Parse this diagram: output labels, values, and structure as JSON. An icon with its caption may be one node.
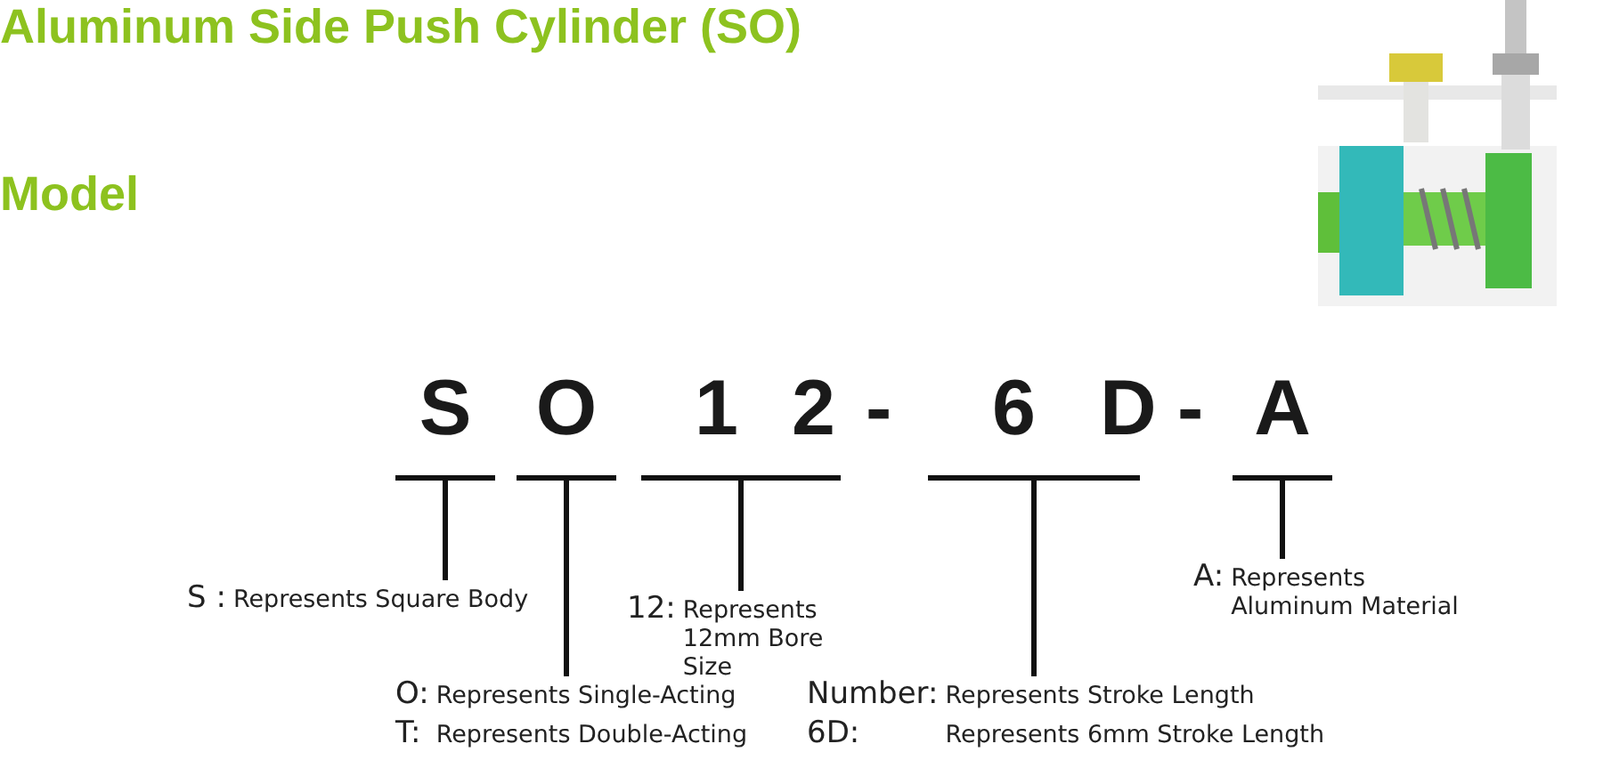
{
  "diagram": {
    "title": "Aluminum Side Push Cylinder (SO)",
    "nodes": [
      {
        "text": [
          "S"
        ]
      },
      {
        "text": [
          "O"
        ]
      },
      {
        "text": [
          "12"
        ]
      },
      {
        "text": [
          "6D"
        ]
      },
      {
        "text": [
          "A"
        ]
      },
      {
        "text": [
          "S :",
          "Represents Square Body"
        ]
      },
      {
        "text": [
          "O:",
          "Represents Single-Acting",
          "T:",
          "Represents Double-Acting"
        ]
      },
      {
        "text": [
          "12:",
          "Represents 12mm Bore Size"
        ]
      },
      {
        "text": [
          "Number:",
          "Represents Stroke Length",
          "6D:",
          "Represents 6mm Stroke Length"
        ]
      },
      {
        "text": [
          "A:",
          "Represents Aluminum Material"
        ]
      }
    ],
    "edges": [
      {
        "from": 0,
        "to": 5,
        "arrow": "none"
      },
      {
        "from": 1,
        "to": 6,
        "arrow": "none"
      },
      {
        "from": 2,
        "to": 7,
        "arrow": "none"
      },
      {
        "from": 3,
        "to": 8,
        "arrow": "none"
      },
      {
        "from": 4,
        "to": 9,
        "arrow": "none"
      }
    ],
    "labels": [
      "Model",
      "-",
      "-"
    ]
  }
}
